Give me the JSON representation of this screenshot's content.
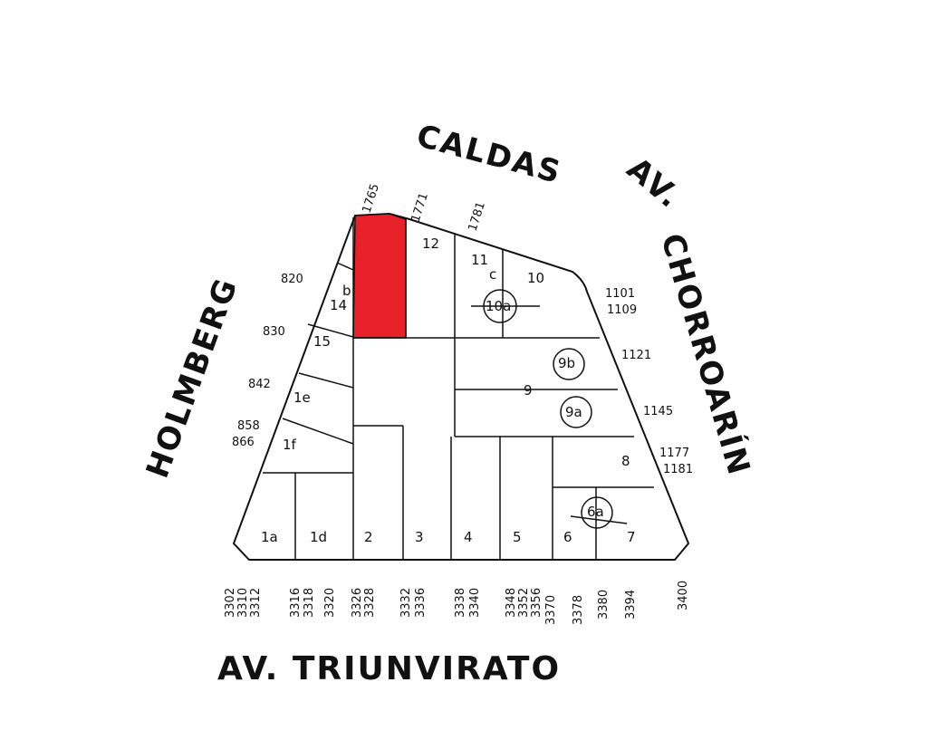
{
  "streets": {
    "caldas": "CALDAS",
    "av_chorroarin_av": "AV.",
    "av_chorroarin_name": "CHORROARÍN",
    "holmberg": "HOLMBERG",
    "av_triunvirato": "AV. TRIUNVIRATO"
  },
  "lots": {
    "l1a": "1a",
    "l1d": "1d",
    "l2": "2",
    "l3": "3",
    "l4": "4",
    "l5": "5",
    "l6": "6",
    "l6a": "6a",
    "l7": "7",
    "l8": "8",
    "l9": "9",
    "l9a": "9a",
    "l9b": "9b",
    "l10": "10",
    "l10a": "10a",
    "l11": "11",
    "l11c": "c",
    "l12": "12",
    "l14": "14",
    "l14b": "b",
    "l15": "15",
    "l1e": "1e",
    "l1f": "1f"
  },
  "numbers": {
    "top": [
      "1765",
      "1771",
      "1781"
    ],
    "left": [
      "820",
      "830",
      "842",
      "858",
      "866"
    ],
    "right": [
      "1101",
      "1109",
      "1121",
      "1145",
      "1177",
      "1181"
    ],
    "bottom": [
      "3302",
      "3310",
      "3312",
      "3316",
      "3318",
      "3320",
      "3326",
      "3328",
      "3332",
      "3336",
      "3338",
      "3340",
      "3348",
      "3352",
      "3356",
      "3370",
      "3378",
      "3380",
      "3394",
      "3400"
    ]
  },
  "colors": {
    "highlight": "#e8202a",
    "ink": "#111111"
  }
}
